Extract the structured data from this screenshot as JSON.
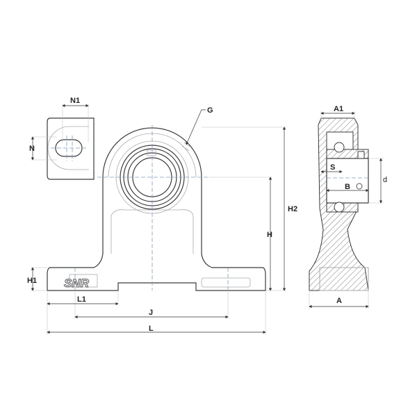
{
  "labels": {
    "N1": "N1",
    "N": "N",
    "G": "G",
    "H2": "H2",
    "H": "H",
    "H1": "H1",
    "L1": "L1",
    "J": "J",
    "L": "L",
    "A1": "A1",
    "S": "S",
    "d": "d",
    "B": "B",
    "A": "A"
  },
  "logo": "SNR",
  "colors": {
    "outline": "#3a3a3a",
    "centerline": "#7a9cc6"
  }
}
